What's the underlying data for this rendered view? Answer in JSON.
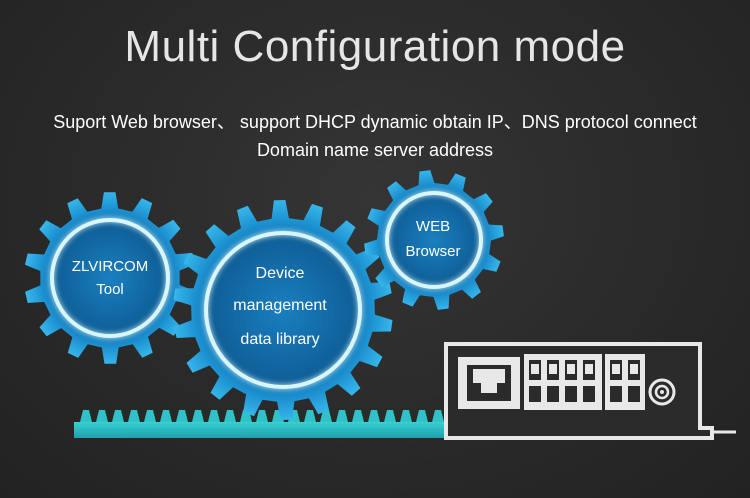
{
  "header": {
    "title": "Multi Configuration mode",
    "subtitle_line1": "Suport Web browser、 support DHCP dynamic obtain IP、DNS protocol connect",
    "subtitle_line2": "Domain name server address"
  },
  "gears": [
    {
      "id": "tool",
      "line1": "ZLVIRCOM",
      "line2": "Tool"
    },
    {
      "id": "library",
      "line1": "Device",
      "line2": "management",
      "line3": "data library"
    },
    {
      "id": "web",
      "line1": "WEB",
      "line2": "Browser"
    }
  ],
  "colors": {
    "background": "#2b2b2b",
    "gear_outer": "#2aa8e0",
    "gear_inner": "#1475b0",
    "ring_glow": "#d8f6ff",
    "rack": "#2fc2c8",
    "device_outline": "#e8e8e8"
  },
  "icons": {
    "ethernet_port": "rj45-port-icon",
    "terminal_block": "terminal-block-icon",
    "power_jack": "dc-power-jack-icon"
  }
}
